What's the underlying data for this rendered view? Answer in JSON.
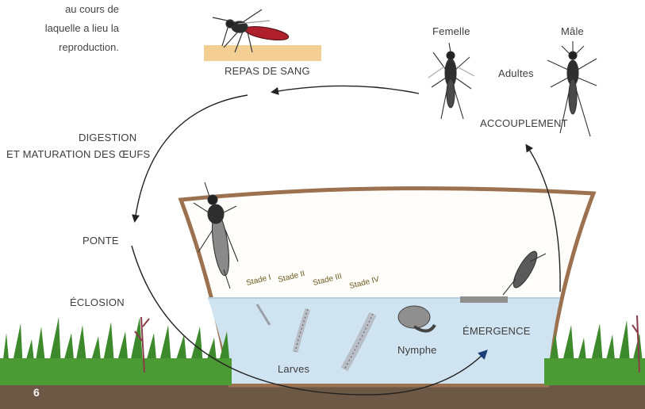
{
  "intro": {
    "line1": "au cours de",
    "line2": "laquelle a lieu la",
    "line3": "reproduction."
  },
  "labels": {
    "repas": "REPAS DE SANG",
    "femelle": "Femelle",
    "male": "Mâle",
    "adultes": "Adultes",
    "accouplement": "ACCOUPLEMENT",
    "digestion_1": "DIGESTION",
    "digestion_2": "ET MATURATION DES ŒUFS",
    "ponte": "PONTE",
    "eclosion": "ÉCLOSION",
    "emergence": "ÉMERGENCE",
    "nymphe": "Nymphe",
    "larves": "Larves",
    "stade1": "Stade I",
    "stade2": "Stade II",
    "stade3": "Stade III",
    "stade4": "Stade IV"
  },
  "page_number": "6",
  "colors": {
    "water": "#cfe3f1",
    "pot_outline": "#9b7150",
    "grass": "#3d8a2c",
    "soil": "#6d5846",
    "skin_band": "#f3cf93",
    "arrow": "#222222",
    "emergence_arrow": "#1f3c7a"
  }
}
